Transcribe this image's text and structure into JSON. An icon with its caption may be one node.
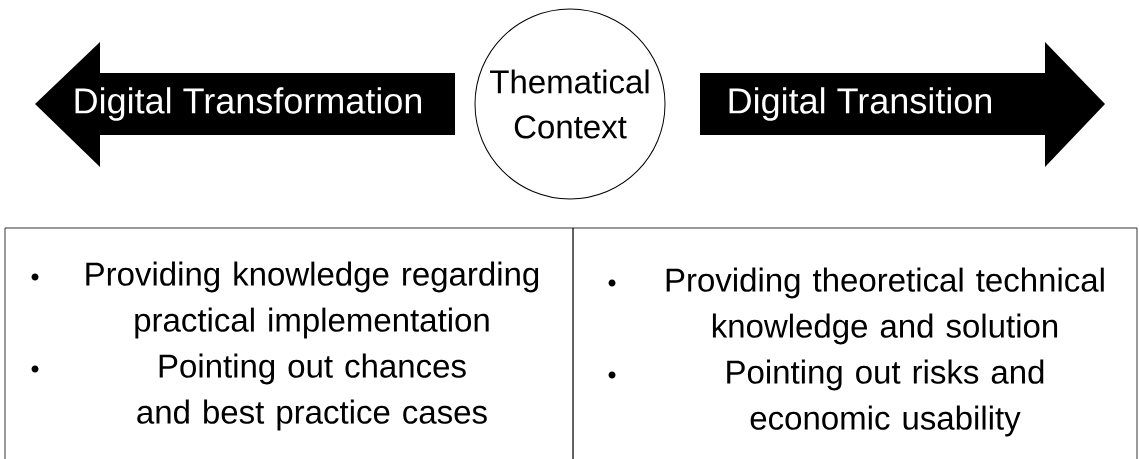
{
  "diagram": {
    "nodes": [
      {
        "text": [
          "Digital Transformation"
        ]
      },
      {
        "text": [
          "Thematical Context"
        ]
      },
      {
        "text": [
          "Digital Transition"
        ]
      },
      {
        "text": [
          "Providing knowledge regarding practical implementation",
          "Pointing out chances and best practice cases"
        ]
      },
      {
        "text": [
          "Providing theoretical technical knowledge and solution",
          "Pointing out risks and economic usability"
        ]
      }
    ]
  }
}
